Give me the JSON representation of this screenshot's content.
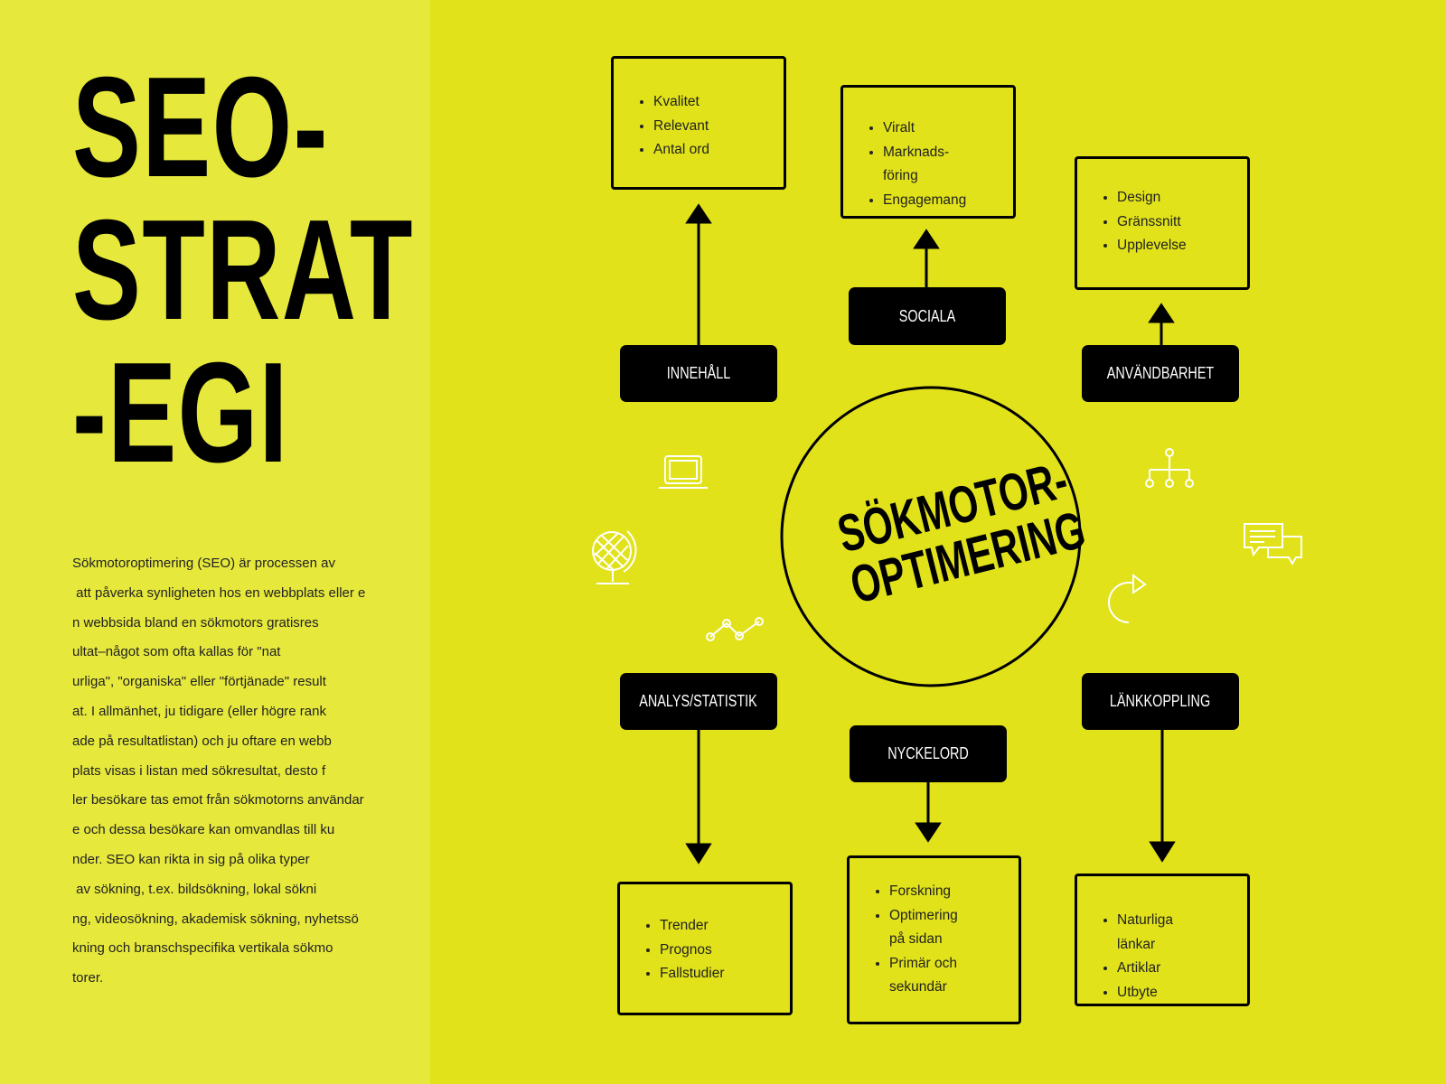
{
  "title": {
    "lines": [
      "SEO-",
      "STRAT",
      "-EGI"
    ]
  },
  "paragraph": [
    "Sökmotoroptimering (SEO) är processen av",
    " att påverka synligheten hos en webbplats eller e",
    "n webbsida bland en sökmotors gratisres",
    "ultat–något som ofta kallas för \"nat",
    "urliga\", \"organiska\" eller \"förtjänade\" result",
    "at. I allmänhet, ju tidigare (eller högre rank",
    "ade på resultatlistan) och ju oftare en webb",
    "plats visas i listan med sökresultat, desto f",
    "ler besökare tas emot från sökmotorns användar",
    "e och dessa besökare kan omvandlas till ku",
    "nder. SEO kan rikta in sig på olika typer",
    " av sökning, t.ex. bildsökning, lokal sökni",
    "ng, videosökning, akademisk sökning, nyhetssö",
    "kning och branschspecifika vertikala sökmo",
    "torer."
  ],
  "center": {
    "line1": "SÖKMOTOR-",
    "line2": "OPTIMERING"
  },
  "nodes": {
    "innehall": {
      "label": "INNEHÅLL",
      "items": [
        "Kvalitet",
        "Relevant",
        "Antal ord"
      ]
    },
    "sociala": {
      "label": "SOCIALA",
      "items": [
        "Viralt",
        "Marknads-",
        "föring",
        "Engagemang"
      ]
    },
    "anvandbarhet": {
      "label": "ANVÄNDBARHET",
      "items": [
        "Design",
        "Gränssnitt",
        "Upplevelse"
      ]
    },
    "analys": {
      "label": "ANALYS/STATISTIK",
      "items": [
        "Trender",
        "Prognos",
        "Fallstudier"
      ]
    },
    "nyckelord": {
      "label": "NYCKELORD",
      "items": [
        "Forskning",
        "Optimering",
        "på sidan",
        "Primär och",
        "sekundär"
      ]
    },
    "lankkoppling": {
      "label": "LÄNKKOPPLING",
      "items": [
        "Naturliga",
        "länkar",
        "Artiklar",
        "Utbyte"
      ]
    }
  },
  "colors": {
    "left_bg": "#e6e83c",
    "right_bg": "#e1e21a",
    "ink": "#000000",
    "icon": "#ffffff"
  },
  "icons": [
    "laptop-icon",
    "globe-icon",
    "line-chart-icon",
    "hierarchy-icon",
    "chat-bubbles-icon",
    "redo-arrow-icon"
  ]
}
